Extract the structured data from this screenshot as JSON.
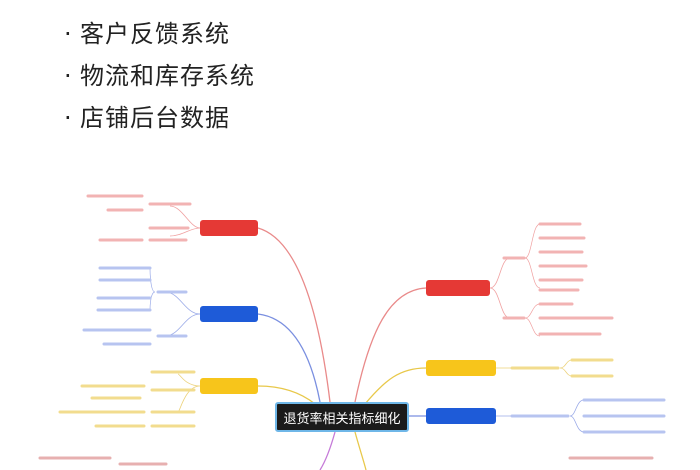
{
  "bullets": [
    "客户反馈系统",
    "物流和库存系统",
    "店铺后台数据"
  ],
  "bullet_marker": "·",
  "mindmap": {
    "center": "退货率相关指标细化",
    "colors": {
      "red": "#e53935",
      "blue": "#1e5bd8",
      "yellow": "#f7c51b",
      "purple": "#8e44ad"
    },
    "branches": {
      "left_red": "",
      "left_blue": "",
      "left_yellow": "",
      "right_red": "",
      "right_yellow": "",
      "right_blue": ""
    }
  }
}
